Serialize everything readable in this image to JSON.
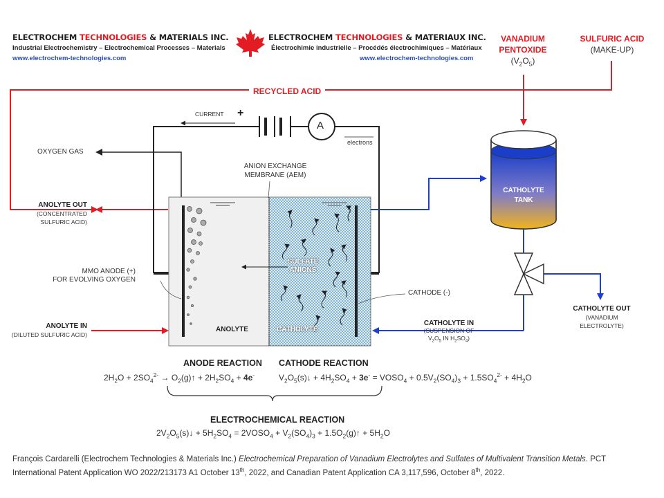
{
  "header": {
    "company_en_part1": "ELECTROCHEM ",
    "company_en_part2": "TECHNOLOGIES",
    "company_en_part3": " & MATERIALS INC.",
    "tagline_en": "Industrial Electrochemistry – Electrochemical Processes – Materials",
    "url_en": "www.electrochem-technologies.com",
    "company_fr_part1": "ELECTROCHEM ",
    "company_fr_part2": "TECHNOLOGIES",
    "company_fr_part3": " & MATERIAUX INC.",
    "tagline_fr": "Électrochimie industrielle – Procédés électrochimiques – Matériaux",
    "url_fr": "www.electrochem-technologies.com",
    "logo_icon": "maple-leaf-icon"
  },
  "inputs": {
    "vanadium_line1": "VANADIUM",
    "vanadium_line2": "PENTOXIDE",
    "vanadium_formula_a": "(V",
    "vanadium_formula_b": "2",
    "vanadium_formula_c": "O",
    "vanadium_formula_d": "5",
    "vanadium_formula_e": ")",
    "sulfuric_line1": "SULFURIC ACID",
    "sulfuric_line2": "(MAKE-UP)",
    "recycled_acid": "RECYCLED ACID"
  },
  "circuit": {
    "current": "CURRENT",
    "plus": "+",
    "ammeter": "A",
    "electrons": "electrons"
  },
  "labels": {
    "oxygen_gas": "OXYGEN GAS",
    "aem_line1": "ANION EXCHANGE",
    "aem_line2": "MEMBRANE (AEM)",
    "anolyte_out": "ANOLYTE OUT",
    "anolyte_out_sub1": "(CONCENTRATED",
    "anolyte_out_sub2": "SULFURIC ACID)",
    "mmo_line1": "MMO ANODE (+)",
    "mmo_line2": "FOR EVOLVING OXYGEN",
    "anolyte_in": "ANOLYTE IN",
    "anolyte_in_sub": "(DILUTED SULFURIC ACID)",
    "sulfate_line1": "SULFATE",
    "sulfate_line2": "ANIONS",
    "anolyte": "ANOLYTE",
    "catholyte": "CATHOLYTE",
    "cathode": "CATHODE (-)",
    "tank_line1": "CATHOLYTE",
    "tank_line2": "TANK",
    "catholyte_in": "CATHOLYTE IN",
    "catholyte_in_sub1": "(SUSPENSION OF",
    "catholyte_in_sub2_a": "V",
    "catholyte_in_sub2_b": "2",
    "catholyte_in_sub2_c": "O",
    "catholyte_in_sub2_d": "5",
    "catholyte_in_sub2_e": " IN H",
    "catholyte_in_sub2_f": "2",
    "catholyte_in_sub2_g": "SO",
    "catholyte_in_sub2_h": "4",
    "catholyte_in_sub2_i": ")",
    "catholyte_out": "CATHOLYTE OUT",
    "catholyte_out_sub1": "(VANADIUM",
    "catholyte_out_sub2": "ELECTROLYTE)"
  },
  "reactions": {
    "anode_title": "ANODE REACTION",
    "cathode_title": "CATHODE REACTION",
    "overall_title": "ELECTROCHEMICAL REACTION"
  },
  "citation": {
    "author": "François Cardarelli (Electrochem Technologies & Materials Inc.) ",
    "title": "Electrochemical Preparation of Vanadium Electrolytes and Sulfates of Multivalent Transition Metals",
    "rest1": ". PCT International Patent Application WO 2022/213173 A1 October 13",
    "sup1": "th",
    "rest2": ", 2022, and Canadian Patent Application CA 3,117,596, October 8",
    "sup2": "th",
    "rest3": ", 2022."
  },
  "colors": {
    "red": "#e31b23",
    "blue": "#1f3fd1",
    "tank_top": "#1a3ec8",
    "tank_bottom": "#f2b41c",
    "catholyte_fill": "#dbeef7"
  }
}
